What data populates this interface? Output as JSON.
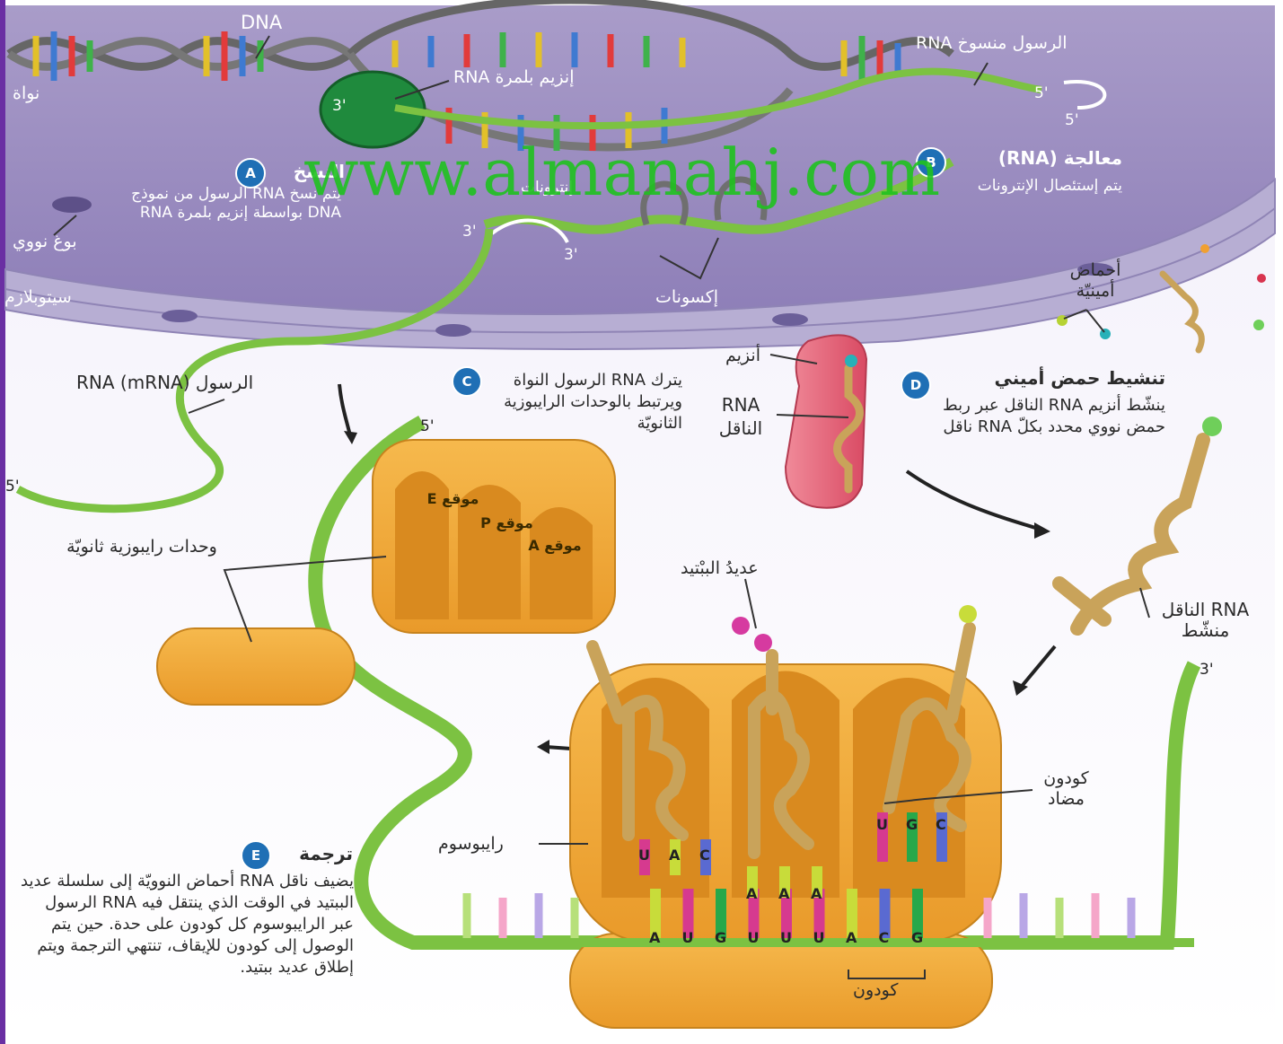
{
  "labels": {
    "dna": "DNA",
    "nucleus": "نواة",
    "rna_polymerase": "إنزيم بلمرة RNA",
    "mrna_processed": "الرسول منسوخ RNA",
    "nuclear_pore": "بوغ نووي",
    "cytoplasm": "سيتوبلازم",
    "exons": "إكسونات",
    "introns": "إنترونات",
    "amino_acids": "أحماض أمينيّة",
    "enzyme": "أنزيم",
    "trna": "RNA الناقل",
    "mrna": "الرسول (mRNA) RNA",
    "subunits": "وحدات رايبوزية ثانويّة",
    "polypeptide": "عديدُ الببْتيد",
    "activated_trna": "RNA الناقل منشّط",
    "anticodon": "كودون مضاد",
    "ribosome": "رايبوسوم",
    "codon": "كودون",
    "site_e": "موقع E",
    "site_p": "موقع P",
    "site_a": "موقع A"
  },
  "primes": {
    "three_prime": "3'",
    "five_prime": "5'"
  },
  "steps": {
    "a": {
      "badge": "A",
      "title": "النسخ",
      "text": "يتم نسخ RNA الرسول من نموذج DNA بواسطة إنزيم بلمرة RNA"
    },
    "b": {
      "badge": "B",
      "title": "معالجة (RNA)",
      "text": "يتم إستئصال الإنترونات"
    },
    "c": {
      "badge": "C",
      "text": "يترك RNA الرسول النواة ويرتبط بالوحدات الرايبوزية الثانويّة"
    },
    "d": {
      "badge": "D",
      "title": "تنشيط حمض أميني",
      "text": "ينشّط أنزيم RNA الناقل عبر ربط حمض نووي محدد بكلّ RNA ناقل"
    },
    "e": {
      "badge": "E",
      "title": "ترجمة",
      "text": "يضيف ناقل RNA أحماض النوويّة إلى سلسلة عديد الببتيد في الوقت الذي ينتقل فيه RNA الرسول عبر الرايبوسوم كل كودون على حدة. حين يتم الوصول إلى كودون للإيقاف، تنتهي الترجمة ويتم إطلاق عديد ببتيد."
    }
  },
  "sequences": {
    "mrna": [
      "A",
      "U",
      "G",
      "U",
      "U",
      "U",
      "A",
      "C",
      "G"
    ],
    "anticodon_p": [
      "A",
      "A",
      "A"
    ],
    "anticodon_e": [
      "U",
      "A",
      "C"
    ],
    "anticodon_a": [
      "U",
      "G",
      "C"
    ]
  },
  "watermark": "www.almanahj.com",
  "colors": {
    "nucleus": "#9b8cbf",
    "membrane": "#b7aed3",
    "mrna_strand": "#7cc242",
    "ribosome": "#f0a93a",
    "trna": "#c9a35a",
    "enzyme": "#e8617a",
    "badge": "#1f6fb5",
    "frame": "#6a2fa3"
  }
}
